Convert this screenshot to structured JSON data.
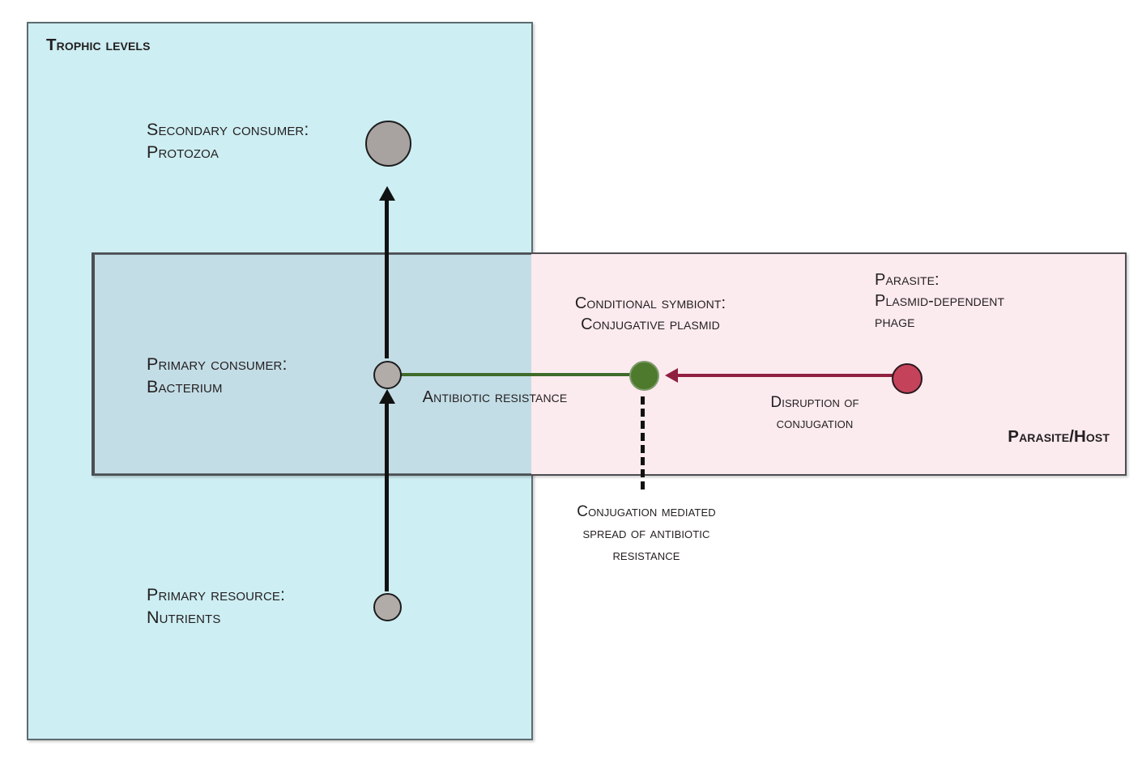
{
  "panels": {
    "trophic": {
      "title": "Trophic levels",
      "color": "#cdeef2"
    },
    "parasite_host": {
      "title": "Parasite/Host",
      "color": "#fbeaee"
    },
    "overlap_color": "#c3dde6"
  },
  "nodes": {
    "protozoa": {
      "label": "Secondary consumer:\nProtozoa",
      "color": "#a8a3a0"
    },
    "bacterium": {
      "label": "Primary consumer:\nBacterium",
      "color": "#b2aca9"
    },
    "nutrients": {
      "label": "Primary resource:\nNutrients",
      "color": "#b2aca9"
    },
    "plasmid": {
      "label": "Conditional symbiont:\nConjugative plasmid",
      "color": "#4d7a2d"
    },
    "phage": {
      "label": "Parasite:\nPlasmid-dependent\nphage",
      "color": "#c5435a"
    }
  },
  "links": {
    "antibiotic_resistance": {
      "label": "Antibiotic resistance",
      "color": "#3f6b2a"
    },
    "disruption": {
      "label": "Disruption of\nconjugation",
      "color": "#90203f"
    },
    "conjugation_spread": {
      "label": "Conjugation mediated\nspread of antibiotic\nresistance",
      "color": "#111111"
    },
    "trophic_arrow_color": "#111111"
  }
}
